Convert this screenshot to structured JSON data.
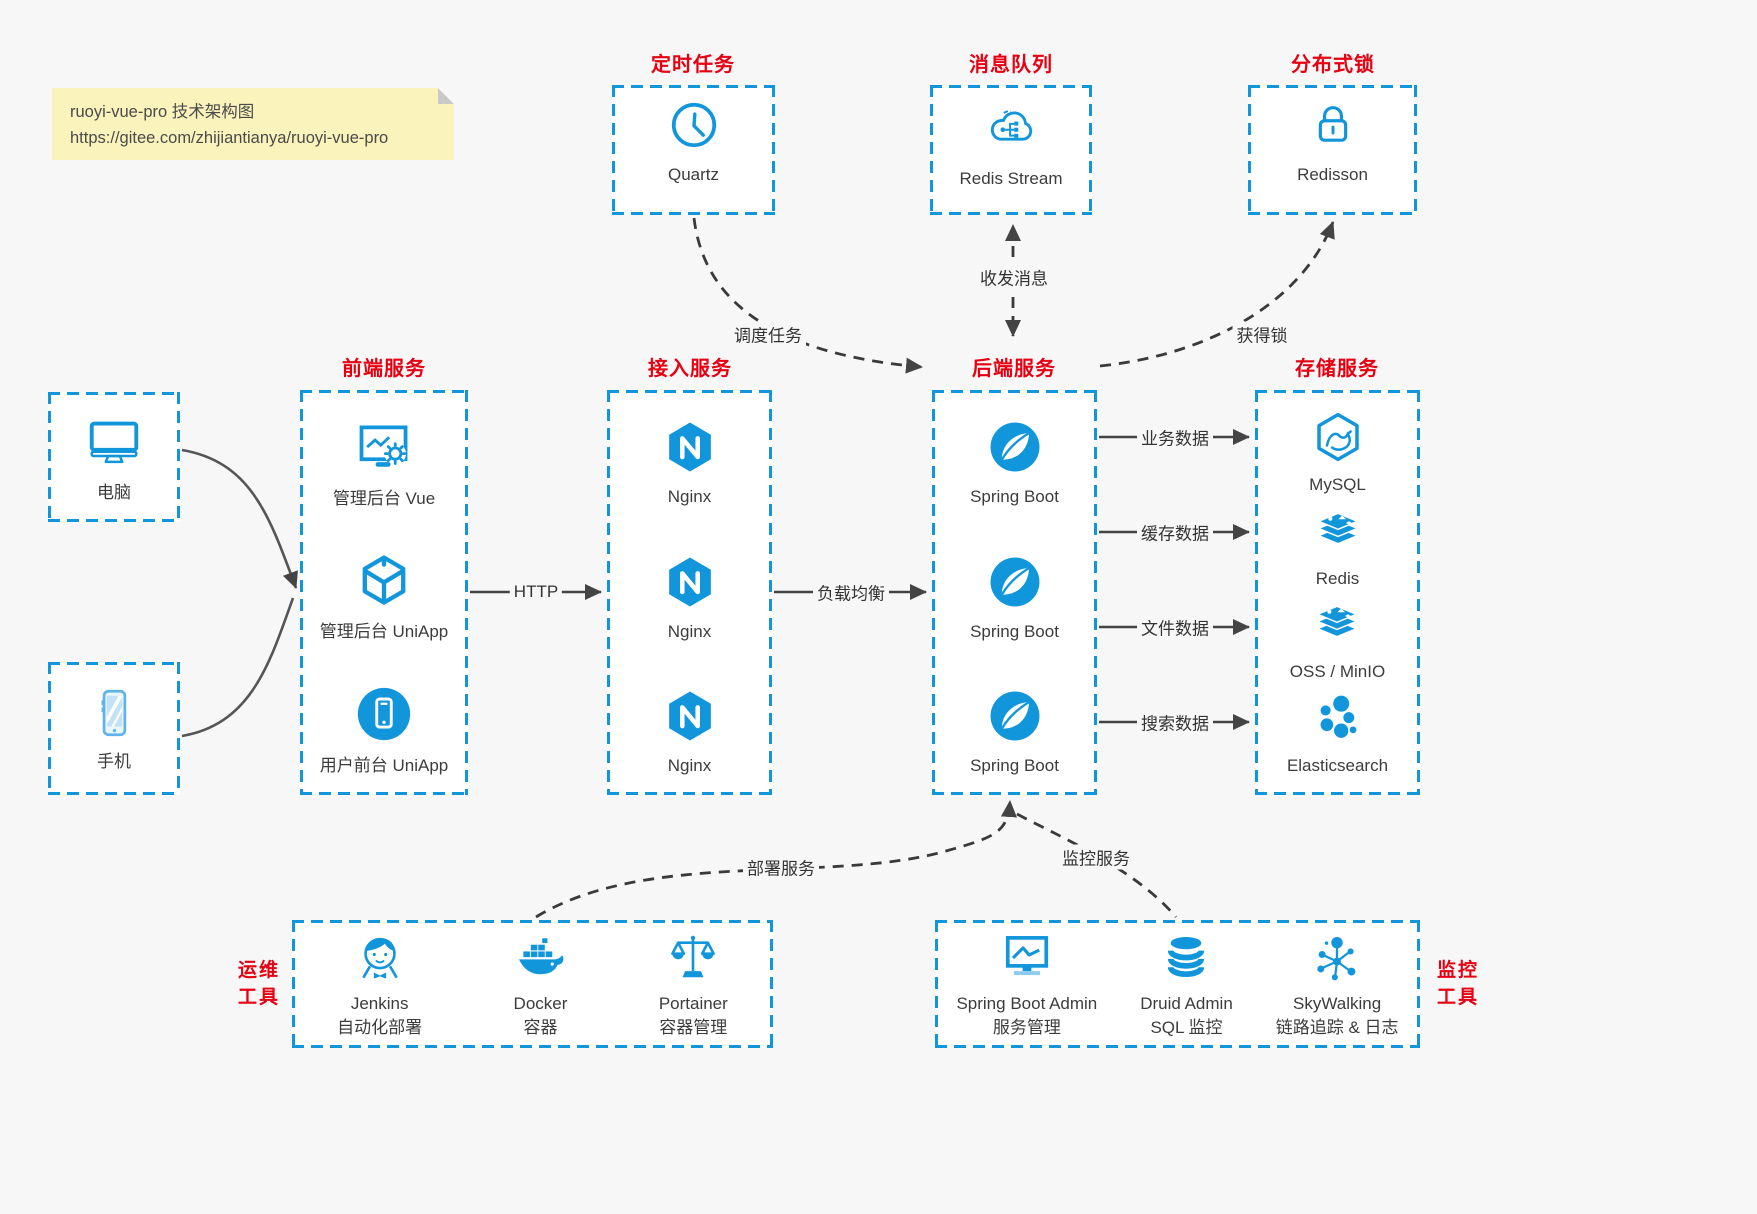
{
  "colors": {
    "accent_blue": "#1296db",
    "title_red": "#e60012",
    "arrow_gray": "#444444",
    "note_bg": "#faf3bb",
    "page_bg": "#f7f7f7"
  },
  "note": {
    "line1": "ruoyi-vue-pro 技术架构图",
    "line2": "https://gitee.com/zhijiantianya/ruoyi-vue-pro"
  },
  "top_groups": [
    {
      "title": "定时任务",
      "item": {
        "icon": "clock-icon",
        "label": "Quartz"
      }
    },
    {
      "title": "消息队列",
      "item": {
        "icon": "cloud-stream-icon",
        "label": "Redis Stream"
      }
    },
    {
      "title": "分布式锁",
      "item": {
        "icon": "lock-icon",
        "label": "Redisson"
      }
    }
  ],
  "devices": [
    {
      "icon": "desktop-icon",
      "label": "电脑"
    },
    {
      "icon": "mobile-icon",
      "label": "手机"
    }
  ],
  "columns": [
    {
      "title": "前端服务",
      "items": [
        {
          "icon": "admin-dashboard-icon",
          "label": "管理后台 Vue"
        },
        {
          "icon": "cube-icon",
          "label": "管理后台 UniApp"
        },
        {
          "icon": "phone-circle-icon",
          "label": "用户前台 UniApp"
        }
      ]
    },
    {
      "title": "接入服务",
      "items": [
        {
          "icon": "nginx-icon",
          "label": "Nginx"
        },
        {
          "icon": "nginx-icon",
          "label": "Nginx"
        },
        {
          "icon": "nginx-icon",
          "label": "Nginx"
        }
      ]
    },
    {
      "title": "后端服务",
      "items": [
        {
          "icon": "spring-leaf-icon",
          "label": "Spring Boot"
        },
        {
          "icon": "spring-leaf-icon",
          "label": "Spring Boot"
        },
        {
          "icon": "spring-leaf-icon",
          "label": "Spring Boot"
        }
      ]
    },
    {
      "title": "存储服务",
      "items": [
        {
          "icon": "mysql-icon",
          "label": "MySQL"
        },
        {
          "icon": "redis-stack-icon",
          "label": "Redis"
        },
        {
          "icon": "redis-stack-icon",
          "label": "OSS / MinIO"
        },
        {
          "icon": "elasticsearch-icon",
          "label": "Elasticsearch"
        }
      ]
    }
  ],
  "bottom_groups": [
    {
      "side": {
        "line1": "运维",
        "line2": "工具"
      },
      "items": [
        {
          "icon": "jenkins-icon",
          "line1": "Jenkins",
          "line2": "自动化部署"
        },
        {
          "icon": "docker-icon",
          "line1": "Docker",
          "line2": "容器"
        },
        {
          "icon": "portainer-icon",
          "line1": "Portainer",
          "line2": "容器管理"
        }
      ]
    },
    {
      "side": {
        "line1": "监控",
        "line2": "工具"
      },
      "items": [
        {
          "icon": "monitor-chart-icon",
          "line1": "Spring Boot Admin",
          "line2": "服务管理"
        },
        {
          "icon": "database-icon",
          "line1": "Druid Admin",
          "line2": "SQL 监控"
        },
        {
          "icon": "topology-icon",
          "line1": "SkyWalking",
          "line2": "链路追踪 & 日志"
        }
      ]
    }
  ],
  "edge_labels": {
    "http": "HTTP",
    "lb": "负载均衡",
    "biz": "业务数据",
    "cache": "缓存数据",
    "file": "文件数据",
    "search": "搜索数据",
    "schedule": "调度任务",
    "message": "收发消息",
    "lock": "获得锁",
    "deploy": "部署服务",
    "monitor": "监控服务"
  }
}
